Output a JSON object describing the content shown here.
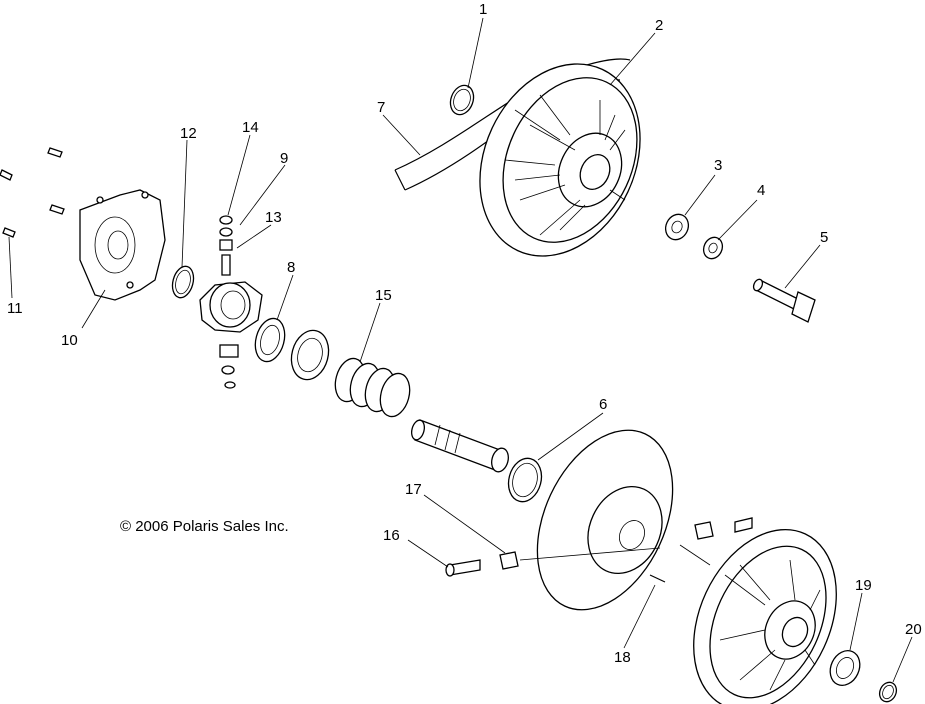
{
  "callouts": [
    "1",
    "2",
    "3",
    "4",
    "5",
    "6",
    "7",
    "8",
    "9",
    "10",
    "11",
    "12",
    "13",
    "14",
    "15",
    "16",
    "17",
    "18",
    "19",
    "20"
  ],
  "copyright": "© 2006 Polaris Sales Inc."
}
